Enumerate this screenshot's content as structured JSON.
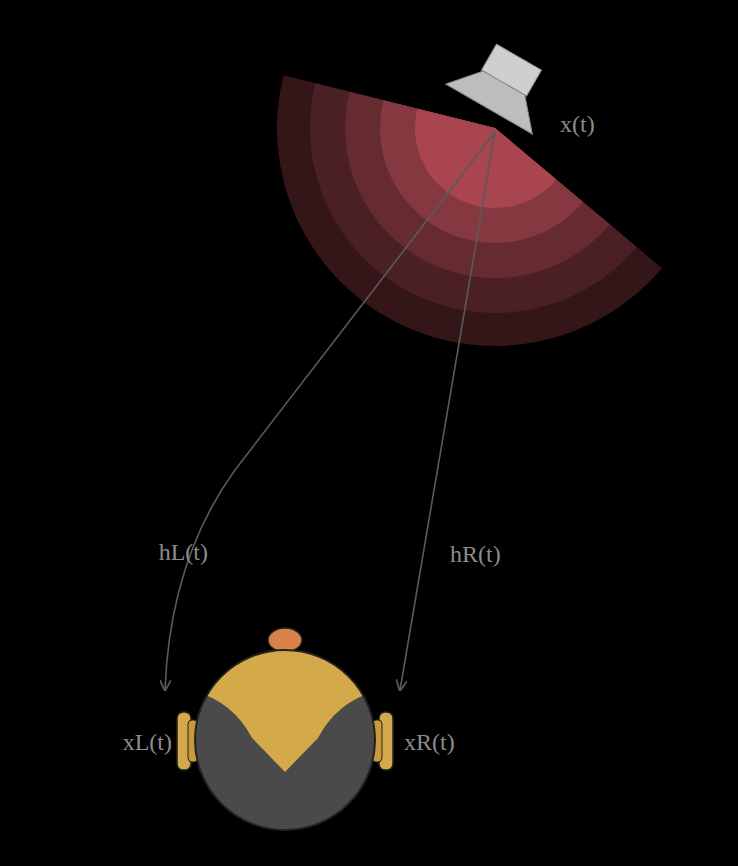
{
  "diagram": {
    "labels": [
      "x(t)",
      "hL(t)",
      "hR(t)",
      "xL(t)",
      "xR(t)"
    ]
  }
}
